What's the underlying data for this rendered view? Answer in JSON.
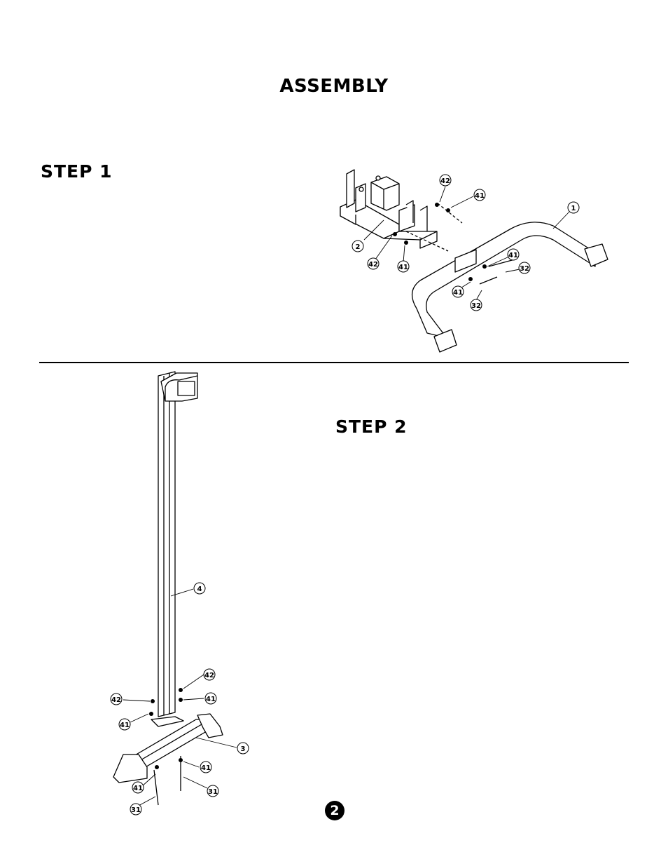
{
  "page": {
    "title": "ASSEMBLY",
    "step1_heading": "STEP 1",
    "step2_heading": "STEP 2",
    "page_number": "2"
  },
  "step1_callouts": {
    "c2": "2",
    "c42a": "42",
    "c41a": "41",
    "c42b": "42",
    "c41b": "41",
    "c1": "1",
    "c41c": "41",
    "c32a": "32",
    "c41d": "41",
    "c32b": "32"
  },
  "step2_callouts": {
    "c4": "4",
    "c42a": "42",
    "c41a": "41",
    "c42b": "42",
    "c41b": "41",
    "c3": "3",
    "c41c": "41",
    "c41d": "41",
    "c31a": "31",
    "c31b": "31"
  }
}
